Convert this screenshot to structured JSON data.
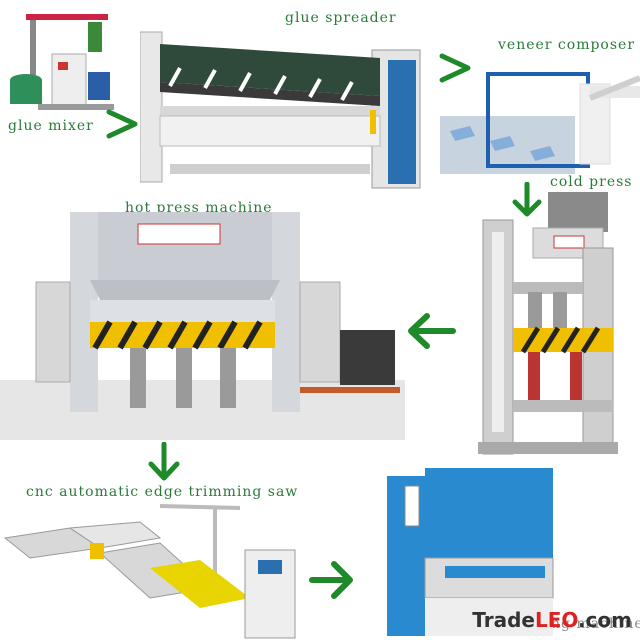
{
  "labels": {
    "glue_mixer": "glue mixer",
    "glue_spreader": "glue spreader",
    "veneer_composer": "veneer composer",
    "cold_press": "cold press",
    "hot_press": "hot press machine",
    "edge_saw": "cnc automatic edge trimming saw",
    "sanding": "sanding machine"
  },
  "watermark": {
    "prefix": "Trade",
    "mark": "LEO",
    "suffix": ".com"
  },
  "colors": {
    "arrow": "#1f8a2a",
    "label": "#2a7a3a",
    "machine_blue": "#2a6fb0",
    "stripe_yellow": "#f0c000"
  },
  "arrows": [
    "arrow-right",
    "arrow-right",
    "arrow-down",
    "arrow-left",
    "arrow-down",
    "arrow-right"
  ]
}
